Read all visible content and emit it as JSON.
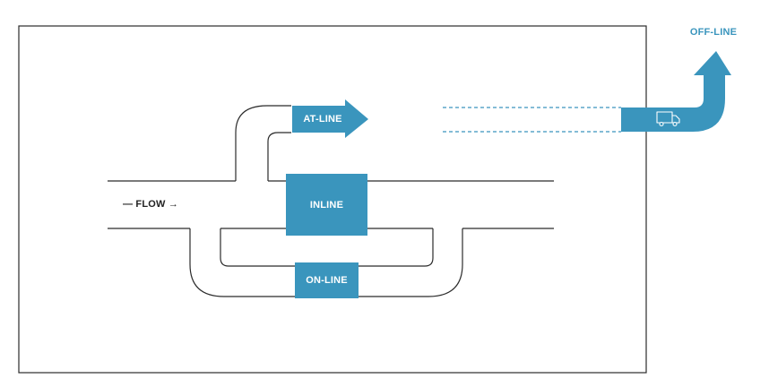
{
  "colors": {
    "accent": "#3a95bd",
    "line": "#2b2b2b",
    "background": "#ffffff",
    "label_on_accent": "#ffffff"
  },
  "diagram": {
    "flow_label": "— FLOW →",
    "at_line_label": "AT-LINE",
    "inline_label": "INLINE",
    "on_line_label": "ON-LINE",
    "off_line_label": "OFF-LINE",
    "icons": {
      "transport": "truck-icon"
    }
  }
}
